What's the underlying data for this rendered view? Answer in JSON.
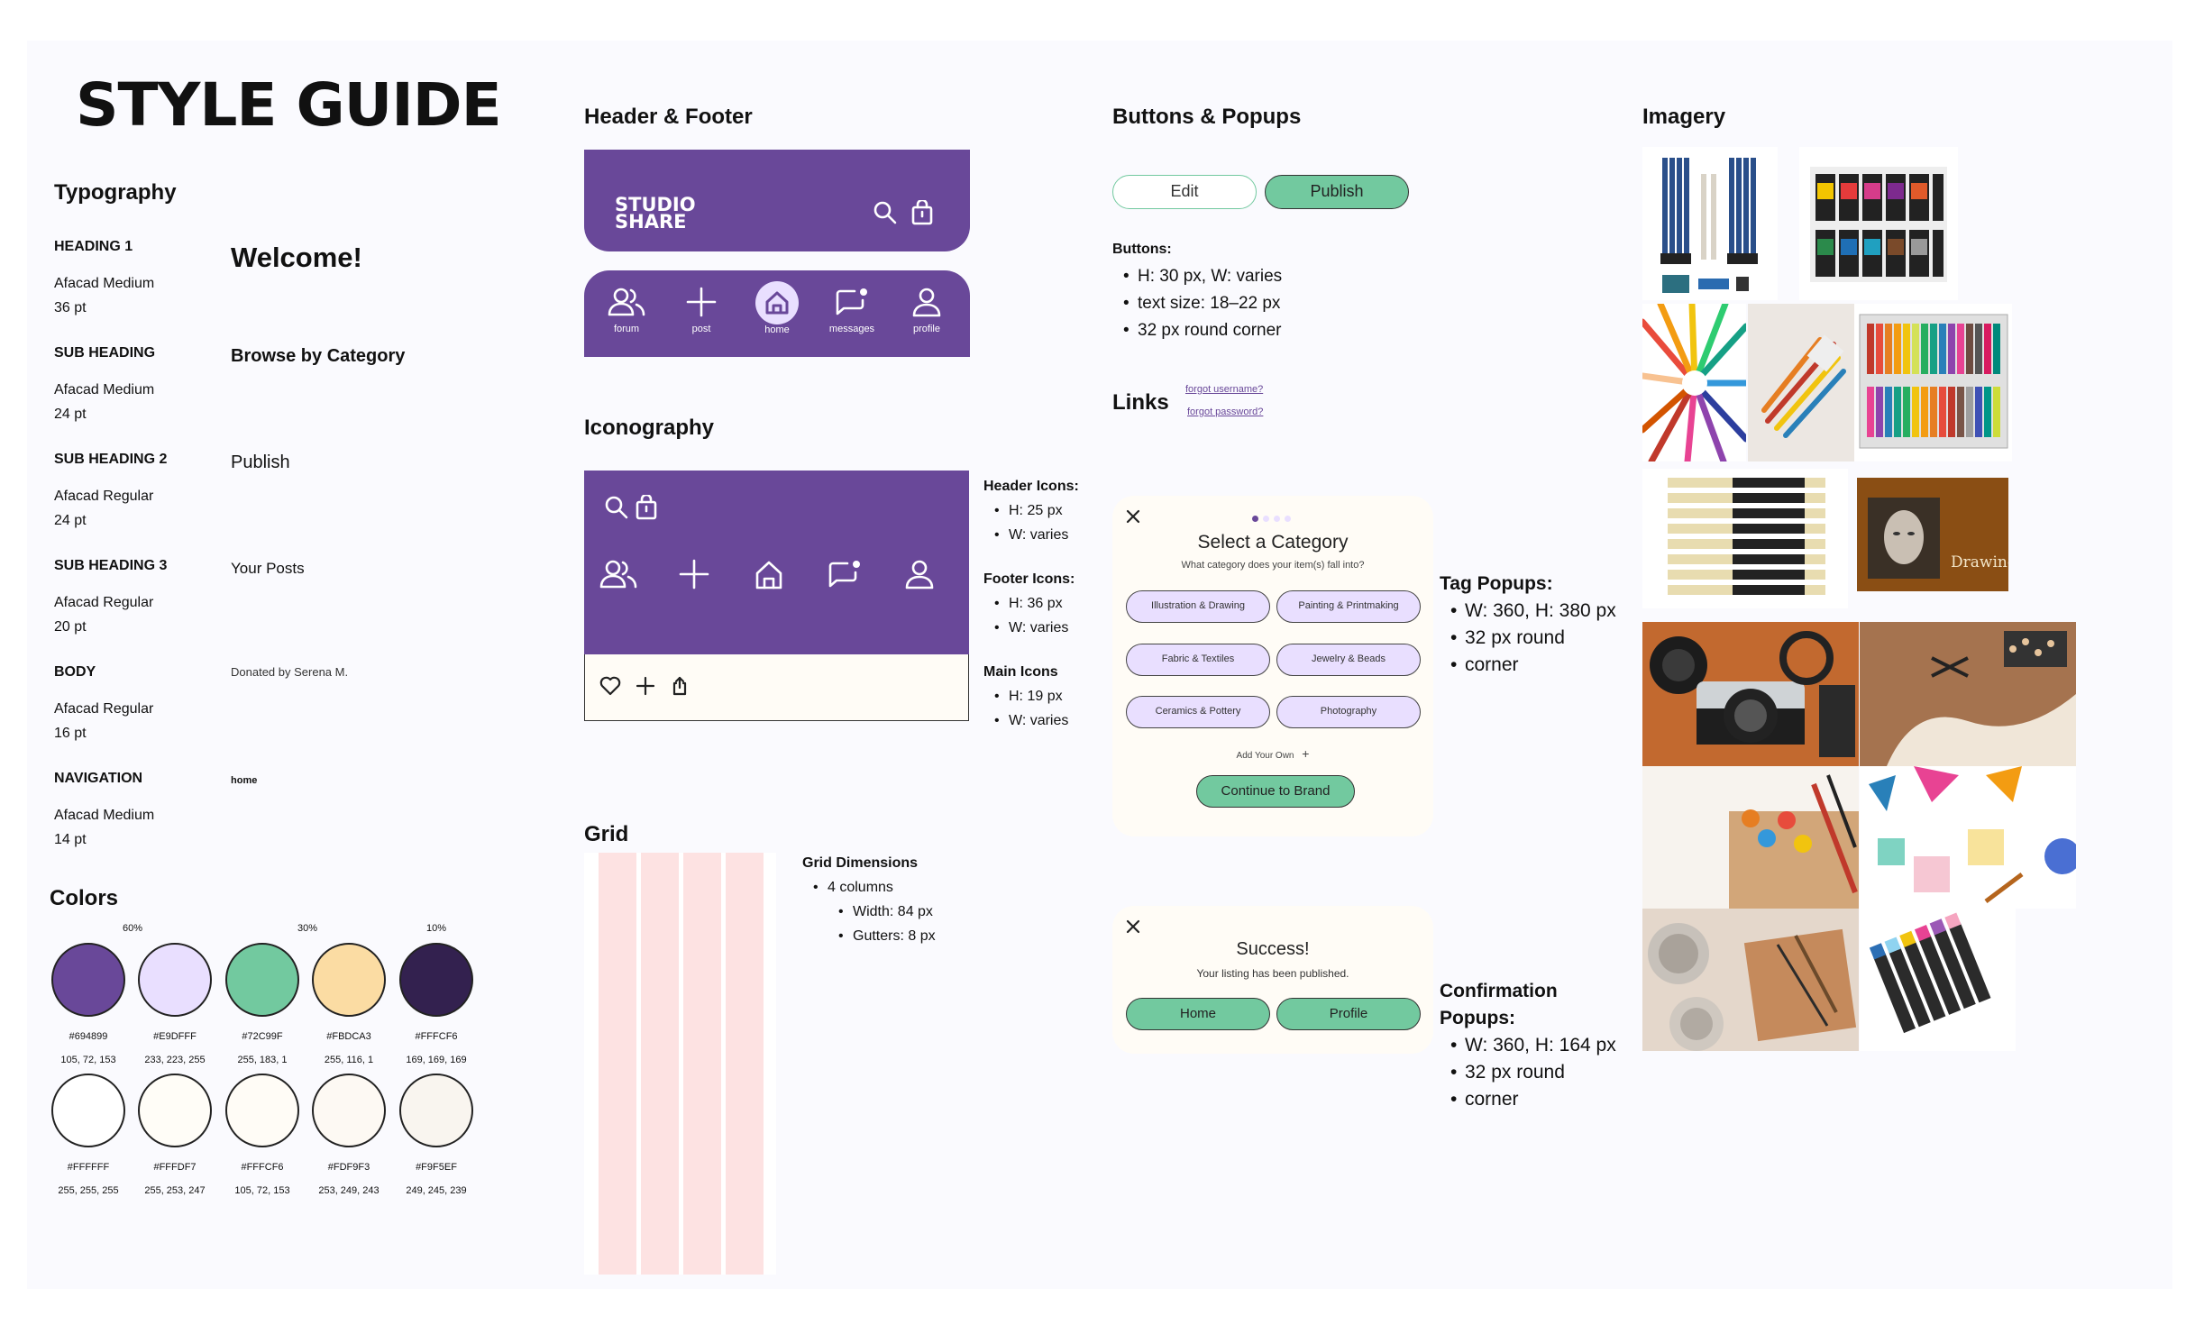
{
  "title": "STYLE GUIDE",
  "typography": {
    "heading": "Typography",
    "rows": [
      {
        "label": "HEADING 1",
        "font": "Afacad Medium",
        "size": "36 pt",
        "sample": "Welcome!"
      },
      {
        "label": "SUB HEADING",
        "font": "Afacad Medium",
        "size": "24 pt",
        "sample": "Browse by Category"
      },
      {
        "label": "SUB HEADING 2",
        "font": "Afacad Regular",
        "size": "24 pt",
        "sample": "Publish"
      },
      {
        "label": "SUB HEADING 3",
        "font": "Afacad Regular",
        "size": "20 pt",
        "sample": "Your Posts"
      },
      {
        "label": "BODY",
        "font": "Afacad Regular",
        "size": "16 pt",
        "sample": "Donated by Serena M."
      },
      {
        "label": "NAVIGATION",
        "font": "Afacad Medium",
        "size": "14 pt",
        "sample": "home"
      }
    ]
  },
  "colors": {
    "heading": "Colors",
    "ratios": [
      "60%",
      "30%",
      "10%"
    ],
    "row1": [
      {
        "hex": "#694899",
        "rgb": "105, 72, 153",
        "fill": "#694899"
      },
      {
        "hex": "#E9DFFF",
        "rgb": "233, 223, 255",
        "fill": "#E9DFFF"
      },
      {
        "hex": "#72C99F",
        "rgb": "255, 183, 1",
        "fill": "#72C99F"
      },
      {
        "hex": "#FBDCA3",
        "rgb": "255, 116, 1",
        "fill": "#FBDCA3"
      },
      {
        "hex": "#FFFCF6",
        "rgb": "169, 169, 169",
        "fill": "#33214F"
      }
    ],
    "row2": [
      {
        "hex": "#FFFFFF",
        "rgb": "255, 255, 255",
        "fill": "#FFFFFF"
      },
      {
        "hex": "#FFFDF7",
        "rgb": "255, 253, 247",
        "fill": "#FFFDF7"
      },
      {
        "hex": "#FFFCF6",
        "rgb": "105, 72, 153",
        "fill": "#FFFCF6"
      },
      {
        "hex": "#FDF9F3",
        "rgb": "253, 249, 243",
        "fill": "#FDF9F3"
      },
      {
        "hex": "#F9F5EF",
        "rgb": "249, 245, 239",
        "fill": "#F9F5EF"
      }
    ]
  },
  "header_footer": {
    "heading": "Header & Footer",
    "brand_line1": "STUDIO",
    "brand_line2": "SHARE",
    "nav": [
      "forum",
      "post",
      "home",
      "messages",
      "profile"
    ]
  },
  "iconography": {
    "heading": "Iconography",
    "header_icons": {
      "title": "Header Icons:",
      "items": [
        "H: 25 px",
        "W: varies"
      ]
    },
    "footer_icons": {
      "title": "Footer Icons:",
      "items": [
        "H: 36 px",
        "W: varies"
      ]
    },
    "main_icons": {
      "title": "Main Icons",
      "items": [
        "H: 19 px",
        "W: varies"
      ]
    }
  },
  "grid": {
    "heading": "Grid",
    "title": "Grid Dimensions",
    "columns": "4 columns",
    "width": "Width: 84 px",
    "gutters": "Gutters: 8 px"
  },
  "buttons": {
    "heading": "Buttons & Popups",
    "edit": "Edit",
    "publish": "Publish",
    "specs_title": "Buttons:",
    "specs": [
      "H: 30 px, W: varies",
      "text size: 18–22 px",
      "32 px round corner"
    ],
    "links_heading": "Links",
    "links": [
      "forgot username?",
      "forgot password?"
    ]
  },
  "tag_popup": {
    "title": "Select a Category",
    "subtitle": "What category does your item(s) fall into?",
    "chips": [
      "Illustration & Drawing",
      "Painting & Printmaking",
      "Fabric & Textiles",
      "Jewelry & Beads",
      "Ceramics & Pottery",
      "Photography"
    ],
    "add_own": "Add Your Own",
    "continue": "Continue to Brand",
    "specs_title": "Tag Popups:",
    "specs": [
      "W: 360, H: 380 px",
      "32 px round",
      "corner"
    ]
  },
  "confirm_popup": {
    "title": "Success!",
    "subtitle": "Your listing has been published.",
    "home": "Home",
    "profile": "Profile",
    "specs_title_1": "Confirmation",
    "specs_title_2": "Popups:",
    "specs": [
      "W: 360, H: 164 px",
      "32 px round",
      "corner"
    ]
  },
  "imagery": {
    "heading": "Imagery",
    "art_book_label": "Drawing"
  }
}
